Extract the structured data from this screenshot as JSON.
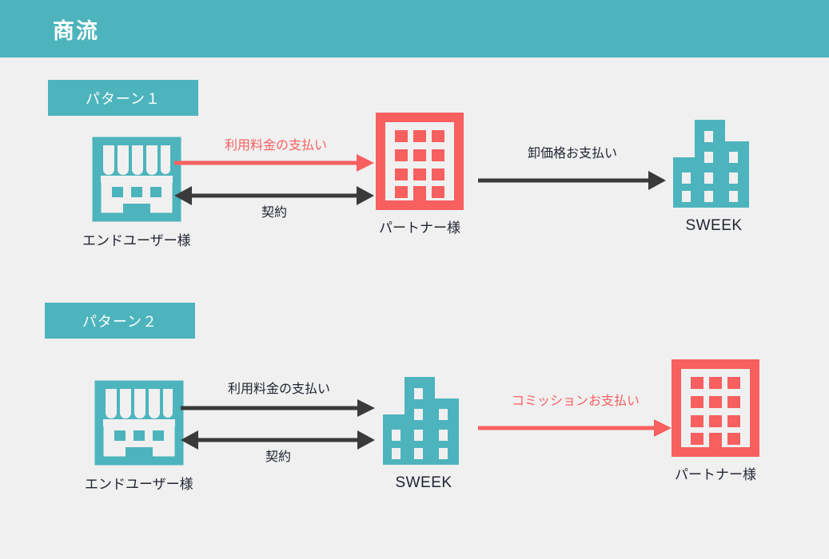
{
  "header": {
    "title": "商流"
  },
  "colors": {
    "teal": "#4db4bd",
    "red": "#f85f5f",
    "dark": "#3a3a3a",
    "background": "#f0f0f0",
    "text": "#1f2430"
  },
  "patterns": [
    {
      "chip_label": "パターン１",
      "nodes": [
        {
          "id": "end-user",
          "label": "エンドユーザー様",
          "icon": "store-icon",
          "color": "#4db4bd"
        },
        {
          "id": "partner",
          "label": "パートナー様",
          "icon": "office-building-icon",
          "color": "#f85f5f"
        },
        {
          "id": "sweek",
          "label": "SWEEK",
          "icon": "skyscraper-icon",
          "color": "#4db4bd"
        }
      ],
      "arrows": [
        {
          "id": "usage-fee-payment",
          "label": "利用料金の支払い",
          "color": "#f85f5f",
          "direction": "right",
          "from": "end-user",
          "to": "partner"
        },
        {
          "id": "contract",
          "label": "契約",
          "color": "#3a3a3a",
          "direction": "both",
          "from": "end-user",
          "to": "partner"
        },
        {
          "id": "wholesale-payment",
          "label": "卸価格お支払い",
          "color": "#3a3a3a",
          "direction": "right",
          "from": "partner",
          "to": "sweek"
        }
      ]
    },
    {
      "chip_label": "パターン２",
      "nodes": [
        {
          "id": "end-user-2",
          "label": "エンドユーザー様",
          "icon": "store-icon",
          "color": "#4db4bd"
        },
        {
          "id": "sweek-2",
          "label": "SWEEK",
          "icon": "skyscraper-icon",
          "color": "#4db4bd"
        },
        {
          "id": "partner-2",
          "label": "パートナー様",
          "icon": "office-building-icon",
          "color": "#f85f5f"
        }
      ],
      "arrows": [
        {
          "id": "usage-fee-payment-2",
          "label": "利用料金の支払い",
          "color": "#3a3a3a",
          "direction": "right",
          "from": "end-user-2",
          "to": "sweek-2"
        },
        {
          "id": "contract-2",
          "label": "契約",
          "color": "#3a3a3a",
          "direction": "both",
          "from": "end-user-2",
          "to": "sweek-2"
        },
        {
          "id": "commission-payment",
          "label": "コミッションお支払い",
          "color": "#f85f5f",
          "direction": "right",
          "from": "sweek-2",
          "to": "partner-2"
        }
      ]
    }
  ]
}
